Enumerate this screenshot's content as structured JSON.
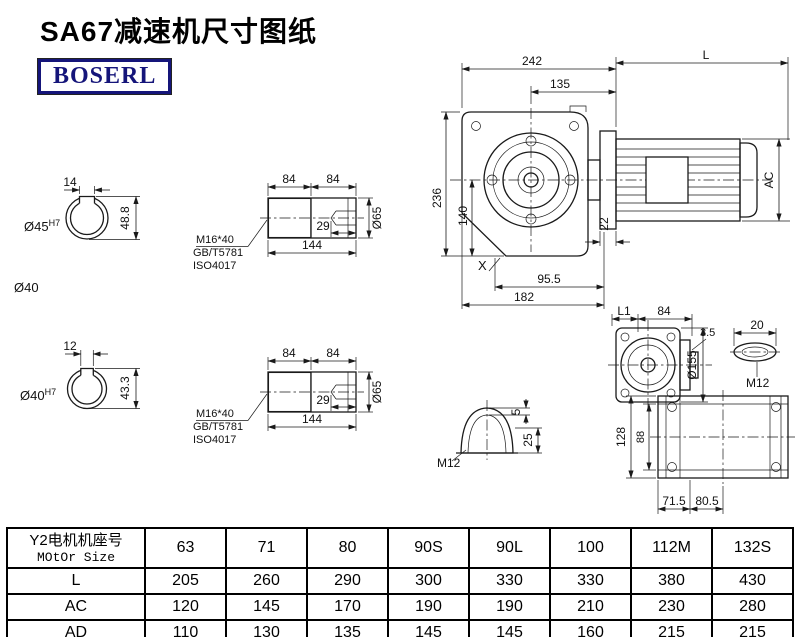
{
  "header": {
    "title": "SA67减速机尺寸图纸",
    "logo": "BOSERL"
  },
  "views": {
    "shaft_end_top": {
      "keyway_width": "14",
      "bore": "Ø45",
      "bore_tol": "H7",
      "height": "48.8",
      "shaft_label": "Ø40"
    },
    "shaft_end_bottom": {
      "keyway_width": "12",
      "bore": "Ø40",
      "bore_tol": "H7",
      "height": "43.3"
    },
    "shaft_detail_top": {
      "seg_a": "84",
      "seg_b": "84",
      "thread_depth": "29",
      "length": "144",
      "diameter": "Ø65",
      "bolt": "M16*40",
      "std_gb": "GB/T5781",
      "std_iso": "ISO4017"
    },
    "shaft_detail_bottom": {
      "seg_a": "84",
      "seg_b": "84",
      "thread_depth": "29",
      "length": "144",
      "diameter": "Ø65",
      "bolt": "M16*40",
      "std_gb": "GB/T5781",
      "std_iso": "ISO4017"
    },
    "front": {
      "w242": "242",
      "w135": "135",
      "motor_len": "L",
      "h236": "236",
      "h140": "140",
      "motor_dia": "AC",
      "t22": "22",
      "w955": "95.5",
      "w182": "182",
      "axis": "X"
    },
    "side": {
      "l1": "L1",
      "d84": "84",
      "d35": "3.5",
      "d20": "20",
      "flange": "Ø155",
      "thread": "M12"
    },
    "plug": {
      "d5": "5",
      "d25": "25",
      "thread": "M12"
    },
    "bottom_view": {
      "d128": "128",
      "d88": "88",
      "d715": "71.5",
      "d805": "80.5"
    }
  },
  "table": {
    "row_header": {
      "label_cn": "Y2电机机座号",
      "label_en": "MOtOr Size"
    },
    "sizes": [
      "63",
      "71",
      "80",
      "90S",
      "90L",
      "100",
      "112M",
      "132S"
    ],
    "rows": [
      {
        "label": "L",
        "values": [
          "205",
          "260",
          "290",
          "300",
          "330",
          "330",
          "380",
          "430"
        ]
      },
      {
        "label": "AC",
        "values": [
          "120",
          "145",
          "170",
          "190",
          "190",
          "210",
          "230",
          "280"
        ]
      },
      {
        "label": "AD",
        "values": [
          "110",
          "130",
          "135",
          "145",
          "145",
          "160",
          "215",
          "215"
        ]
      }
    ]
  }
}
